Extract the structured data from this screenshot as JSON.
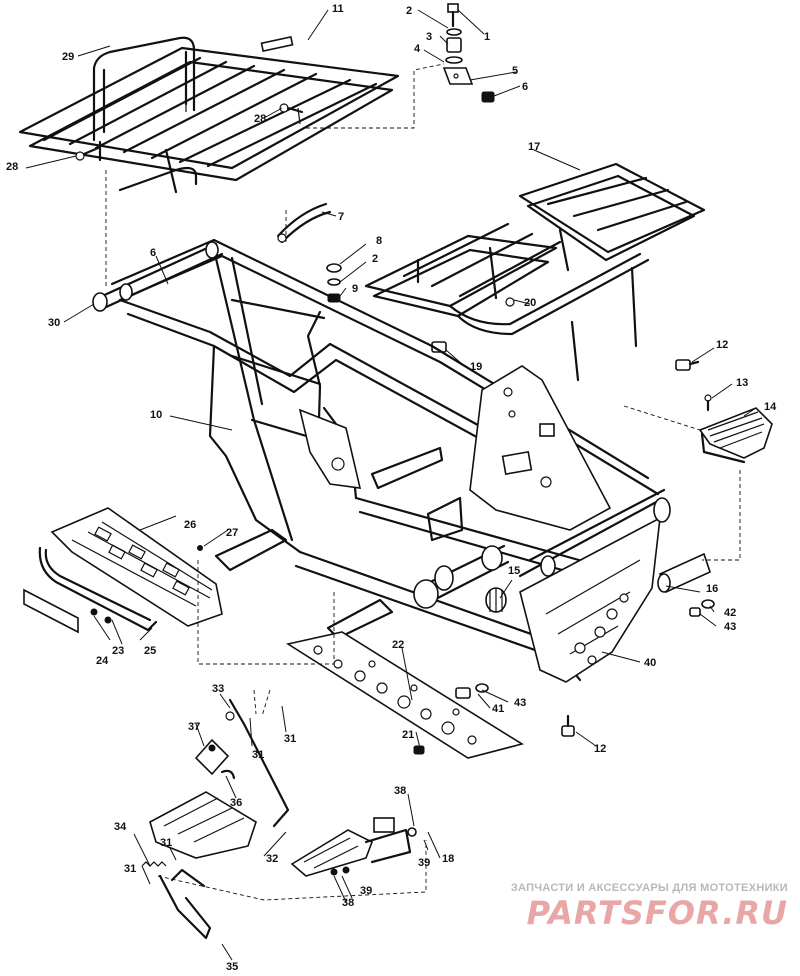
{
  "callouts": [
    {
      "id": "c1",
      "text": "1"
    },
    {
      "id": "c2",
      "text": "2"
    },
    {
      "id": "c3",
      "text": "3"
    },
    {
      "id": "c4",
      "text": "4"
    },
    {
      "id": "c5",
      "text": "5"
    },
    {
      "id": "c6",
      "text": "6"
    },
    {
      "id": "c6b",
      "text": "6"
    },
    {
      "id": "c7",
      "text": "7"
    },
    {
      "id": "c8",
      "text": "8"
    },
    {
      "id": "c2b",
      "text": "2"
    },
    {
      "id": "c9",
      "text": "9"
    },
    {
      "id": "c10",
      "text": "10"
    },
    {
      "id": "c11",
      "text": "11"
    },
    {
      "id": "c12",
      "text": "12"
    },
    {
      "id": "c12b",
      "text": "12"
    },
    {
      "id": "c13",
      "text": "13"
    },
    {
      "id": "c14",
      "text": "14"
    },
    {
      "id": "c15",
      "text": "15"
    },
    {
      "id": "c16",
      "text": "16"
    },
    {
      "id": "c17",
      "text": "17"
    },
    {
      "id": "c18",
      "text": "18"
    },
    {
      "id": "c19",
      "text": "19"
    },
    {
      "id": "c20",
      "text": "20"
    },
    {
      "id": "c21",
      "text": "21"
    },
    {
      "id": "c22",
      "text": "22"
    },
    {
      "id": "c23",
      "text": "23"
    },
    {
      "id": "c24",
      "text": "24"
    },
    {
      "id": "c25",
      "text": "25"
    },
    {
      "id": "c26",
      "text": "26"
    },
    {
      "id": "c27",
      "text": "27"
    },
    {
      "id": "c28",
      "text": "28"
    },
    {
      "id": "c28b",
      "text": "28"
    },
    {
      "id": "c29",
      "text": "29"
    },
    {
      "id": "c30",
      "text": "30"
    },
    {
      "id": "c31",
      "text": "31"
    },
    {
      "id": "c31b",
      "text": "31"
    },
    {
      "id": "c31c",
      "text": "31"
    },
    {
      "id": "c31d",
      "text": "31"
    },
    {
      "id": "c32",
      "text": "32"
    },
    {
      "id": "c33",
      "text": "33"
    },
    {
      "id": "c34",
      "text": "34"
    },
    {
      "id": "c35",
      "text": "35"
    },
    {
      "id": "c36",
      "text": "36"
    },
    {
      "id": "c37",
      "text": "37"
    },
    {
      "id": "c38",
      "text": "38"
    },
    {
      "id": "c38b",
      "text": "38"
    },
    {
      "id": "c39",
      "text": "39"
    },
    {
      "id": "c39b",
      "text": "39"
    },
    {
      "id": "c40",
      "text": "40"
    },
    {
      "id": "c41",
      "text": "41"
    },
    {
      "id": "c42",
      "text": "42"
    },
    {
      "id": "c43",
      "text": "43"
    },
    {
      "id": "c43b",
      "text": "43"
    }
  ],
  "watermark": {
    "caption": "ЗАПЧАСТИ И АКСЕССУАРЫ ДЛЯ МОТОТЕХНИКИ",
    "logo": "PARTSFOR.RU",
    "color": "#e8a6a6"
  }
}
